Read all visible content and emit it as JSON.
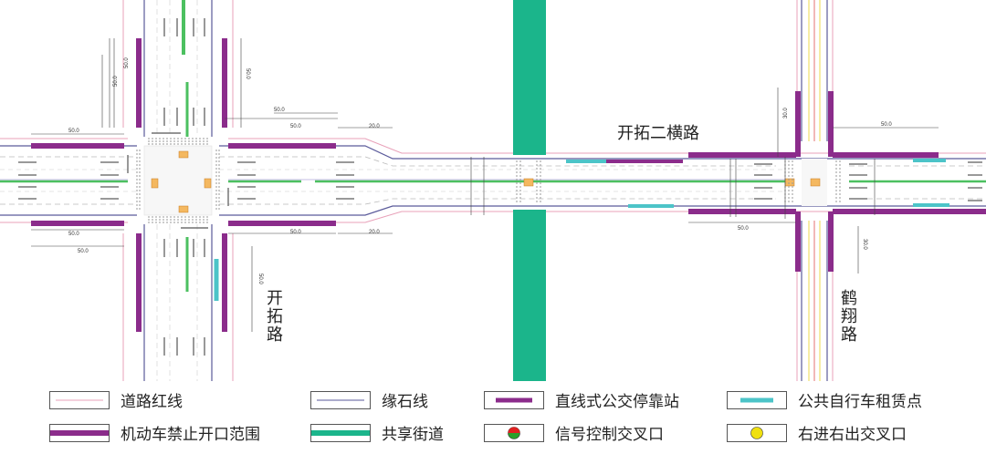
{
  "road_names": {
    "main_road": "开拓二横路",
    "left_cross": [
      "开",
      "拓",
      "路"
    ],
    "right_cross": [
      "鹤",
      "翔",
      "路"
    ]
  },
  "dimension_labels": {
    "d_50": "50.0",
    "d_20": "20.0",
    "d_30": "30.0"
  },
  "legend": [
    {
      "label": "道路红线",
      "kind": "red-line"
    },
    {
      "label": "缘石线",
      "kind": "blue-line"
    },
    {
      "label": "直线式公交停靠站",
      "kind": "bus-stop"
    },
    {
      "label": "公共自行车租赁点",
      "kind": "bike-point"
    },
    {
      "label": "机动车禁止开口范围",
      "kind": "no-opening"
    },
    {
      "label": "共享街道",
      "kind": "shared-street"
    },
    {
      "label": "信号控制交叉口",
      "kind": "signal"
    },
    {
      "label": "右进右出交叉口",
      "kind": "riro"
    }
  ],
  "colors": {
    "red_line": "#e8a0b8",
    "curb_line": "#5a5a9a",
    "no_opening": "#8b2c8b",
    "shared_street": "#1bb58b",
    "green_median": "#4cc060",
    "bike": "#4cc4c8",
    "signal_red": "#e02020",
    "signal_green": "#2aa02a",
    "riro_yellow": "#f0e010"
  }
}
